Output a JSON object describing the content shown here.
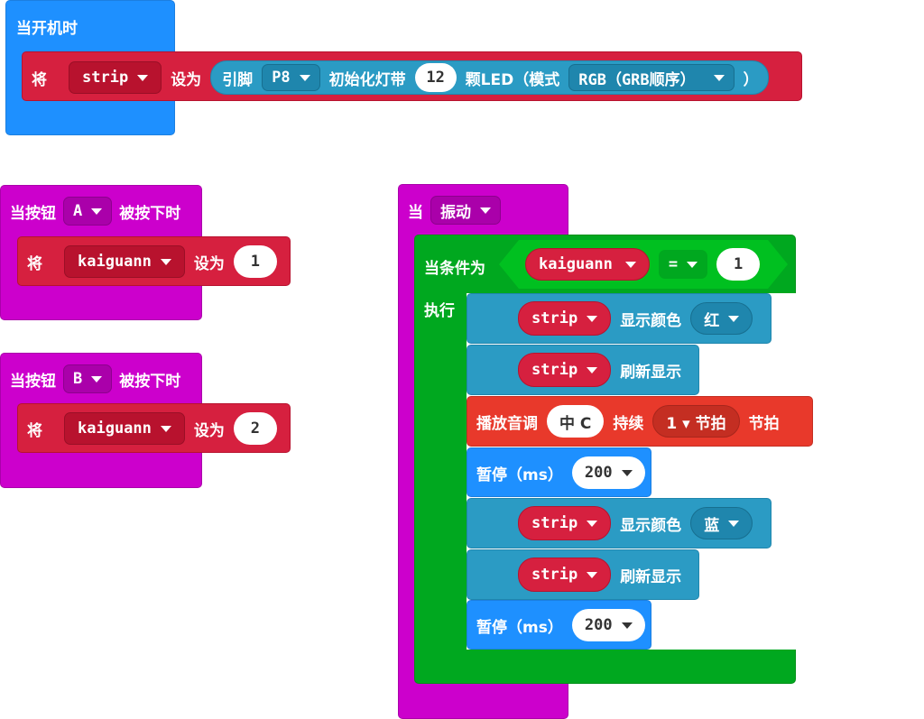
{
  "start_block": {
    "title": "当开机时",
    "set_label": "将",
    "var": "strip",
    "assign_label": "设为",
    "pin_label": "引脚",
    "pin": "P8",
    "init_label": "初始化灯带",
    "count": "12",
    "led_label": "颗LED（模式",
    "mode": "RGB（GRB顺序）",
    "close_paren": "）"
  },
  "button_a": {
    "title_prefix": "当按钮",
    "button": "A",
    "title_suffix": "被按下时",
    "set_label": "将",
    "var": "kaiguann",
    "assign_label": "设为",
    "value": "1"
  },
  "button_b": {
    "title_prefix": "当按钮",
    "button": "B",
    "title_suffix": "被按下时",
    "set_label": "将",
    "var": "kaiguann",
    "assign_label": "设为",
    "value": "2"
  },
  "shake": {
    "title": "当",
    "event": "振动",
    "while_label": "当条件为",
    "cond_var": "kaiguann",
    "cond_op": "=",
    "cond_value": "1",
    "do_label": "执行",
    "s1_var": "strip",
    "s1_label": "显示颜色",
    "s1_color": "红",
    "s2_var": "strip",
    "s2_label": "刷新显示",
    "tone_label": "播放音调",
    "tone_note": "中 C",
    "tone_hold": "持续",
    "tone_beat": "1 ▾ 节拍",
    "tone_suffix": "节拍",
    "pause1_label": "暂停（ms）",
    "pause1_value": "200",
    "s3_var": "strip",
    "s3_label": "显示颜色",
    "s3_color": "蓝",
    "s4_var": "strip",
    "s4_label": "刷新显示",
    "pause2_label": "暂停（ms）",
    "pause2_value": "200"
  }
}
